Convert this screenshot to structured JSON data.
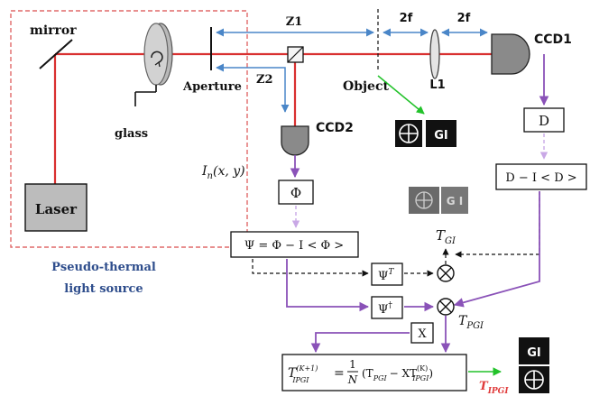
{
  "labels": {
    "mirror": "mirror",
    "glass": "glass",
    "laser": "Laser",
    "aperture": "Aperture",
    "z1": "Z1",
    "z2": "Z2",
    "object": "Object",
    "f_left": "2f",
    "f_right": "2f",
    "lens": "L1",
    "ccd1": "CCD1",
    "ccd2": "CCD2",
    "source_line1": "Pseudo-thermal",
    "source_line2": "light source",
    "in_xy": "I",
    "in_sub": "n",
    "in_args": "(x, y)",
    "phi_box": "Φ",
    "d_box": "D",
    "d_fluct": "D − I < D >",
    "psi_fluct": "Ψ = Φ − I < Φ >",
    "psi_t": "Ψ",
    "psi_t_sup": "T",
    "psi_dag": "Ψ",
    "psi_dag_sup": "†",
    "x_box": "X",
    "t_gi": "T",
    "t_gi_sub": "GI",
    "t_pgi": "T",
    "t_pgi_sub": "PGI",
    "t_ipgi_out": "T",
    "t_ipgi_out_sub": "IPGI",
    "gi_tile": "GI",
    "eq_lhs": "T",
    "eq_lhs_sup": "(K+1)",
    "eq_lhs_sub": "IPGI",
    "eq_mid": "=",
    "eq_num": "1",
    "eq_den": "N",
    "eq_rhs_a": "(T",
    "eq_rhs_a_sub": "PGI",
    "eq_rhs_b": "− XT",
    "eq_rhs_b_sup": "(K)",
    "eq_rhs_b_sub": "IPGI",
    "eq_rhs_close": ")"
  },
  "colors": {
    "beam": "#d93030",
    "blue": "#4a86c8",
    "purple": "#8a52b8",
    "green": "#22c22a",
    "red_text": "#e03a3a",
    "dash_box": "#e06a6a",
    "source_text": "#2e4d8c"
  }
}
